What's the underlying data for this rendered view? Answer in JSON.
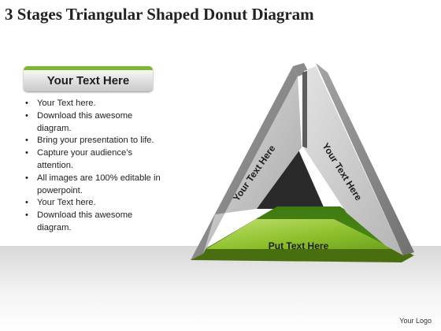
{
  "title": "3 Stages Triangular Shaped Donut Diagram",
  "left_panel": {
    "header": "Your Text Here",
    "bullets": [
      "Your Text here.",
      "Download this awesome diagram.",
      "Bring your presentation to life.",
      "Capture your audience’s attention.",
      "All images are 100% editable in powerpoint.",
      "Your Text here.",
      "Download this awesome diagram."
    ]
  },
  "diagram": {
    "left_segment_label": "Your Text Here",
    "right_segment_label": "Your Text Here",
    "bottom_segment_label": "Put Text Here",
    "colors": {
      "gray_light": "#c8c8c8",
      "gray_mid": "#9b9b9b",
      "gray_dark": "#6e6e6e",
      "green_light": "#9ccc3c",
      "green_dark": "#3e5a0c"
    }
  },
  "logo": "Your Logo"
}
